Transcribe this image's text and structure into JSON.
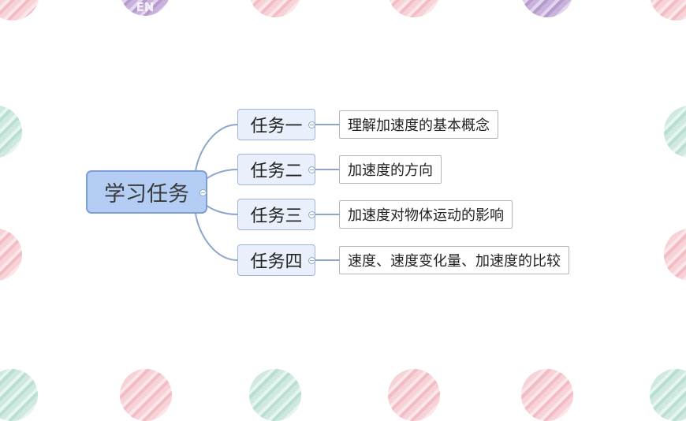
{
  "badge": "EN",
  "mindmap": {
    "root": "学习任务",
    "branches": [
      {
        "task": "任务一",
        "detail": "理解加速度的基本概念"
      },
      {
        "task": "任务二",
        "detail": "加速度的方向"
      },
      {
        "task": "任务三",
        "detail": "加速度对物体运动的影响"
      },
      {
        "task": "任务四",
        "detail": "速度、速度变化量、加速度的比较"
      }
    ]
  },
  "colors": {
    "root_fill": "#b3cdf5",
    "root_border": "#7b9fd6",
    "task_fill": "#e9f0fb",
    "connector": "#8ea6cc"
  }
}
